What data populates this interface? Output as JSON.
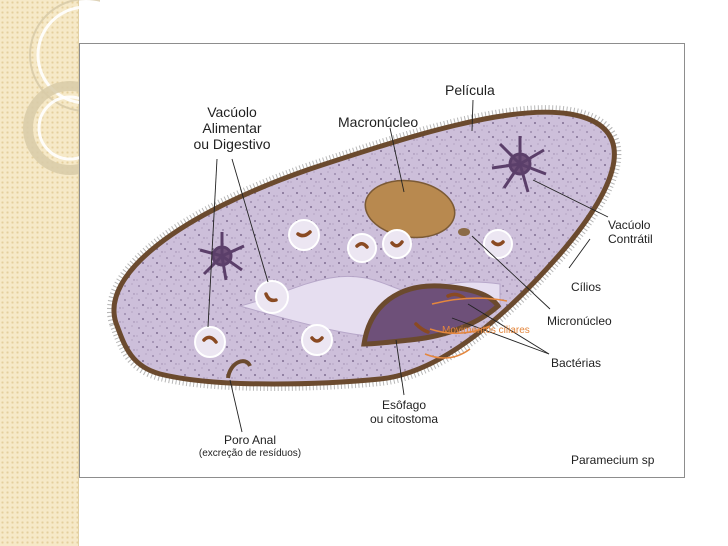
{
  "labels": {
    "pelicula": "Película",
    "macronucleo": "Macronúcleo",
    "vacuolo_alimentar": [
      "Vacúolo",
      "Alimentar",
      "ou Digestivo"
    ],
    "vacuolo_contratil": [
      "Vacúolo",
      "Contrátil"
    ],
    "cilios": "Cílios",
    "micronucleo": "Micronúcleo",
    "movimentos_ciliares": "Movimentos ciliares",
    "bacterias": "Bactérias",
    "esofago": [
      "Esôfago",
      "ou citostoma"
    ],
    "poro_anal": "Poro Anal",
    "poro_anal_desc": "(excreção de resíduos)",
    "species": "Paramecium sp"
  },
  "colors": {
    "pellicle": "#6b4a2e",
    "cytoplasm": "#cdbfda",
    "macronucleus": "#b8894f",
    "vacuole": "#6e5079",
    "bacteria": "#8a4a22",
    "cilia_arrow": "#e4873e",
    "sidebar": "#f6e9c8"
  }
}
